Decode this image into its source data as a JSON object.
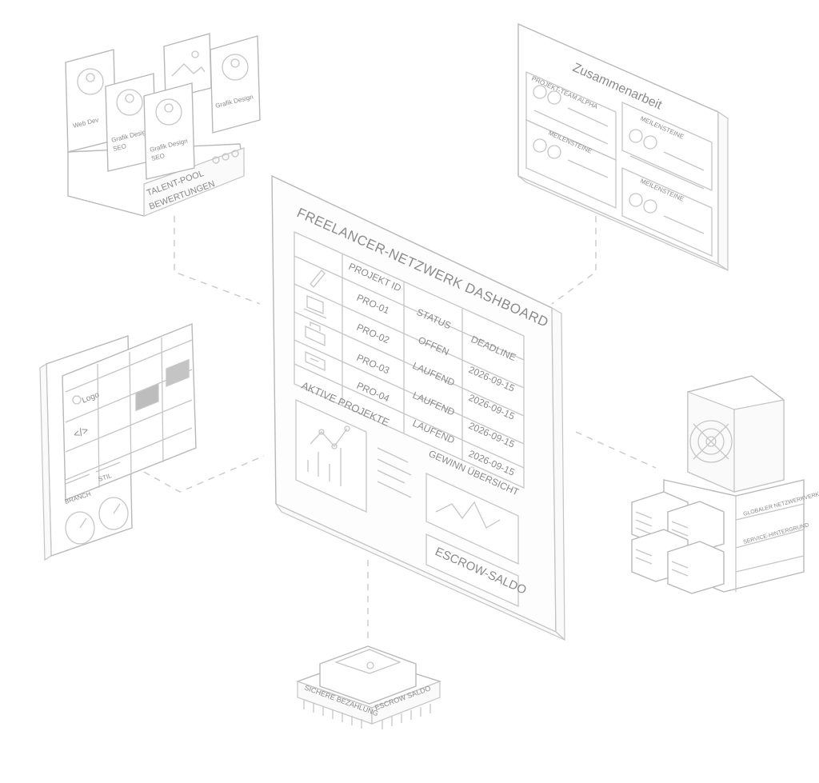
{
  "dashboard": {
    "title": "FREELANCER-NETZWERK DASHBOARD",
    "columns": [
      "PROJEKT ID",
      "STATUS",
      "DEADLINE"
    ],
    "rows": [
      {
        "id": "PRO-01",
        "status": "",
        "deadline": ""
      },
      {
        "id": "PRO-02",
        "status": "OFFEN",
        "deadline": "2026-09-15"
      },
      {
        "id": "PRO-03",
        "status": "LAUFEND",
        "deadline": "2026-09-15"
      },
      {
        "id": "PRO-04",
        "status": "LAUFEND",
        "deadline": "2026-09-15"
      },
      {
        "id": "",
        "status": "LAUFEND",
        "deadline": "2026-09-15"
      }
    ],
    "active_projects_label": "AKTIVE PROJEKTE",
    "profit_label": "GEWINN ÜBERSICHT",
    "escrow_button": "ESCROW-SALDO",
    "icons": [
      "pencil-icon",
      "laptop-icon",
      "toolbox-icon",
      "code-screen-icon"
    ]
  },
  "talent_pool": {
    "label_line1": "TALENT-POOL",
    "label_line2": "BEWERTUNGEN",
    "cards": [
      {
        "name": "Web Dev",
        "icon": "user-avatar-icon"
      },
      {
        "name": "Grafik Design",
        "name2": "SEO",
        "icon": "user-avatar-icon"
      },
      {
        "name": "Grafik Design",
        "name2": "SEO",
        "icon": "user-avatar-icon"
      },
      {
        "name": "Grafik Design",
        "icon": "user-avatar-icon"
      }
    ]
  },
  "collaboration": {
    "title": "Zusammenarbeit",
    "panels": [
      "PROJEKT-TEAM ALPHA",
      "MEILENSTEINE",
      "MEILENSTEINE",
      "MEILENSTEINE"
    ]
  },
  "tablet": {
    "logo_text": "Logo",
    "gauge_labels": [
      "BRANCH",
      "STIL"
    ]
  },
  "server": {
    "labels": [
      "GLOBALER NETZWERKVERKEHR",
      "SERVICE-HINTERGRUND"
    ]
  },
  "chip": {
    "labels": [
      "SICHERE BEZAHLUNG",
      "ESCROW SALDO"
    ]
  }
}
